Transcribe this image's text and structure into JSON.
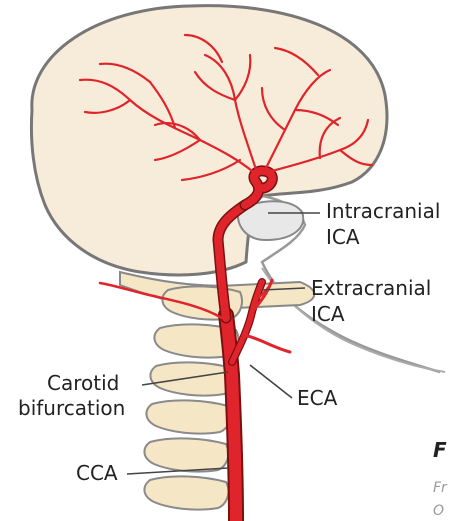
{
  "labels": {
    "intracranial_ica": [
      "Intracranial",
      "ICA"
    ],
    "extracranial_ica": [
      "Extracranial",
      "ICA"
    ],
    "carotid_bifurcation": [
      "Carotid",
      "bifurcation"
    ],
    "eca": "ECA",
    "cca": "CCA"
  },
  "corner_text": {
    "heading_letter": "F",
    "caption_line_1": "Fr",
    "caption_line_2": "O"
  },
  "colors": {
    "artery": "#e0242b",
    "skull_fill": "#f7ecd9",
    "bone_fill": "#f5e6c6",
    "outline": "#777777",
    "leader_line": "#444444"
  }
}
